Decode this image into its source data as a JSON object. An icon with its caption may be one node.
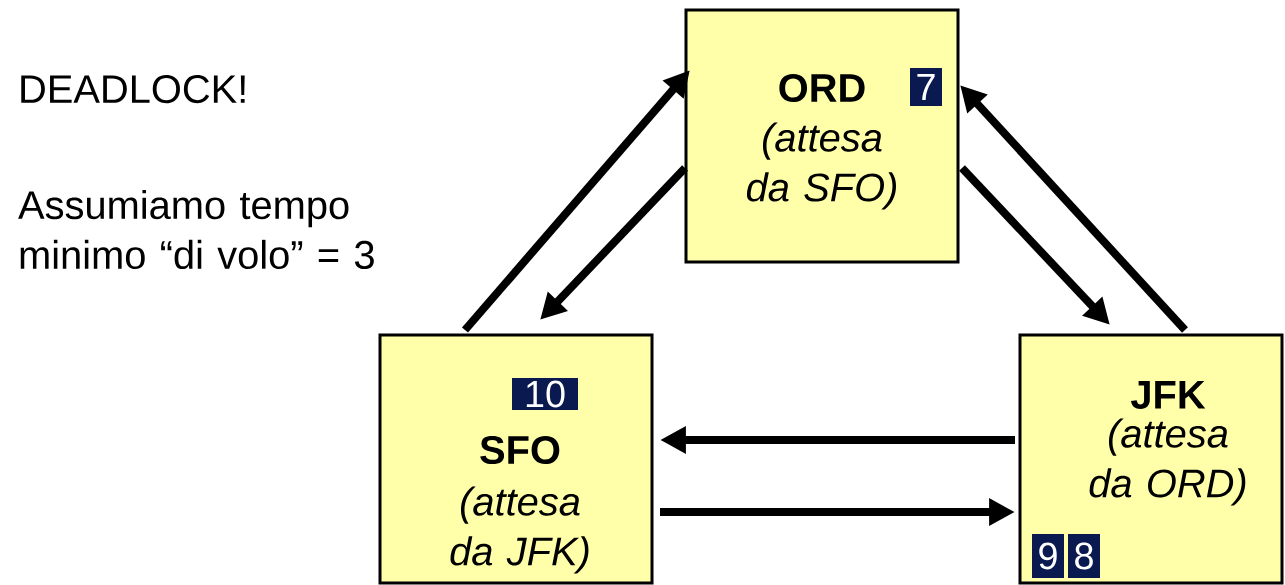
{
  "diagram": {
    "nodes": [
      {
        "text": [
          "ORD",
          "(attesa da SFO)"
        ]
      },
      {
        "text": [
          "7"
        ],
        "in": 0
      },
      {
        "text": [
          "SFO",
          "(attesa da JFK)"
        ]
      },
      {
        "text": [
          "10"
        ],
        "in": 2
      },
      {
        "text": [
          "JFK",
          "(attesa da ORD)"
        ]
      },
      {
        "text": [
          "9"
        ],
        "in": 4
      },
      {
        "text": [
          "8"
        ],
        "in": 4
      }
    ],
    "edges": [
      {
        "from": 2,
        "to": 0,
        "arrow": "to"
      },
      {
        "from": 0,
        "to": 2,
        "arrow": "to"
      },
      {
        "from": 0,
        "to": 4,
        "arrow": "to"
      },
      {
        "from": 4,
        "to": 0,
        "arrow": "to"
      },
      {
        "from": 4,
        "to": 2,
        "arrow": "to"
      },
      {
        "from": 2,
        "to": 4,
        "arrow": "to"
      }
    ],
    "labels": [
      "DEADLOCK!",
      "Assumiamo tempo minimo “di volo” = 3"
    ]
  }
}
